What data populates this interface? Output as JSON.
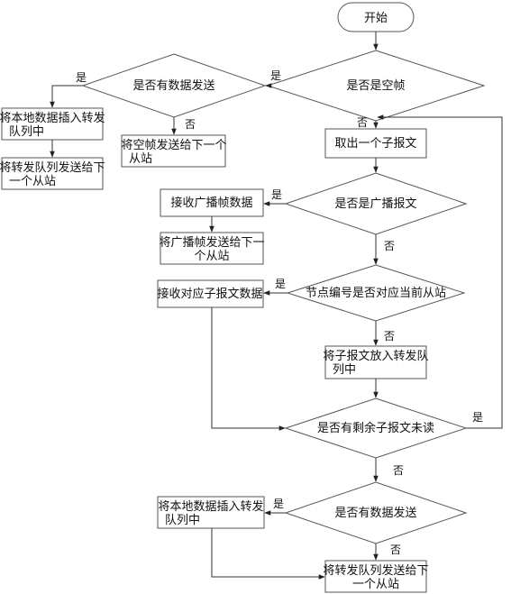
{
  "nodes": {
    "start": "开始",
    "is_empty_frame": "是否是空帧",
    "has_data_top": "是否有数据发送",
    "insert_local_top": [
      "将本地数据插入转发",
      "队列中"
    ],
    "send_queue_top": [
      "将转发队列发送给下",
      "一个从站"
    ],
    "send_empty_frame": [
      "将空帧发送给下一个",
      "从站"
    ],
    "take_subframe": "取出一个子报文",
    "is_broadcast": "是否是广播报文",
    "receive_broadcast": "接收广播帧数据",
    "send_broadcast": [
      "将广播帧发送给下一",
      "个从站"
    ],
    "node_match": "节点编号是否对应当前从站",
    "receive_subframe": "接收对应子报文数据",
    "put_subframe": [
      "将子报文放入转发队",
      "列中"
    ],
    "remaining": "是否有剩余子报文未读",
    "has_data_bottom": "是否有数据发送",
    "insert_local_bottom": [
      "将本地数据插入转发",
      "队列中"
    ],
    "send_queue_bottom": [
      "将转发队列发送给下",
      "一个从站"
    ]
  },
  "edges": {
    "yes": "是",
    "no": "否"
  }
}
